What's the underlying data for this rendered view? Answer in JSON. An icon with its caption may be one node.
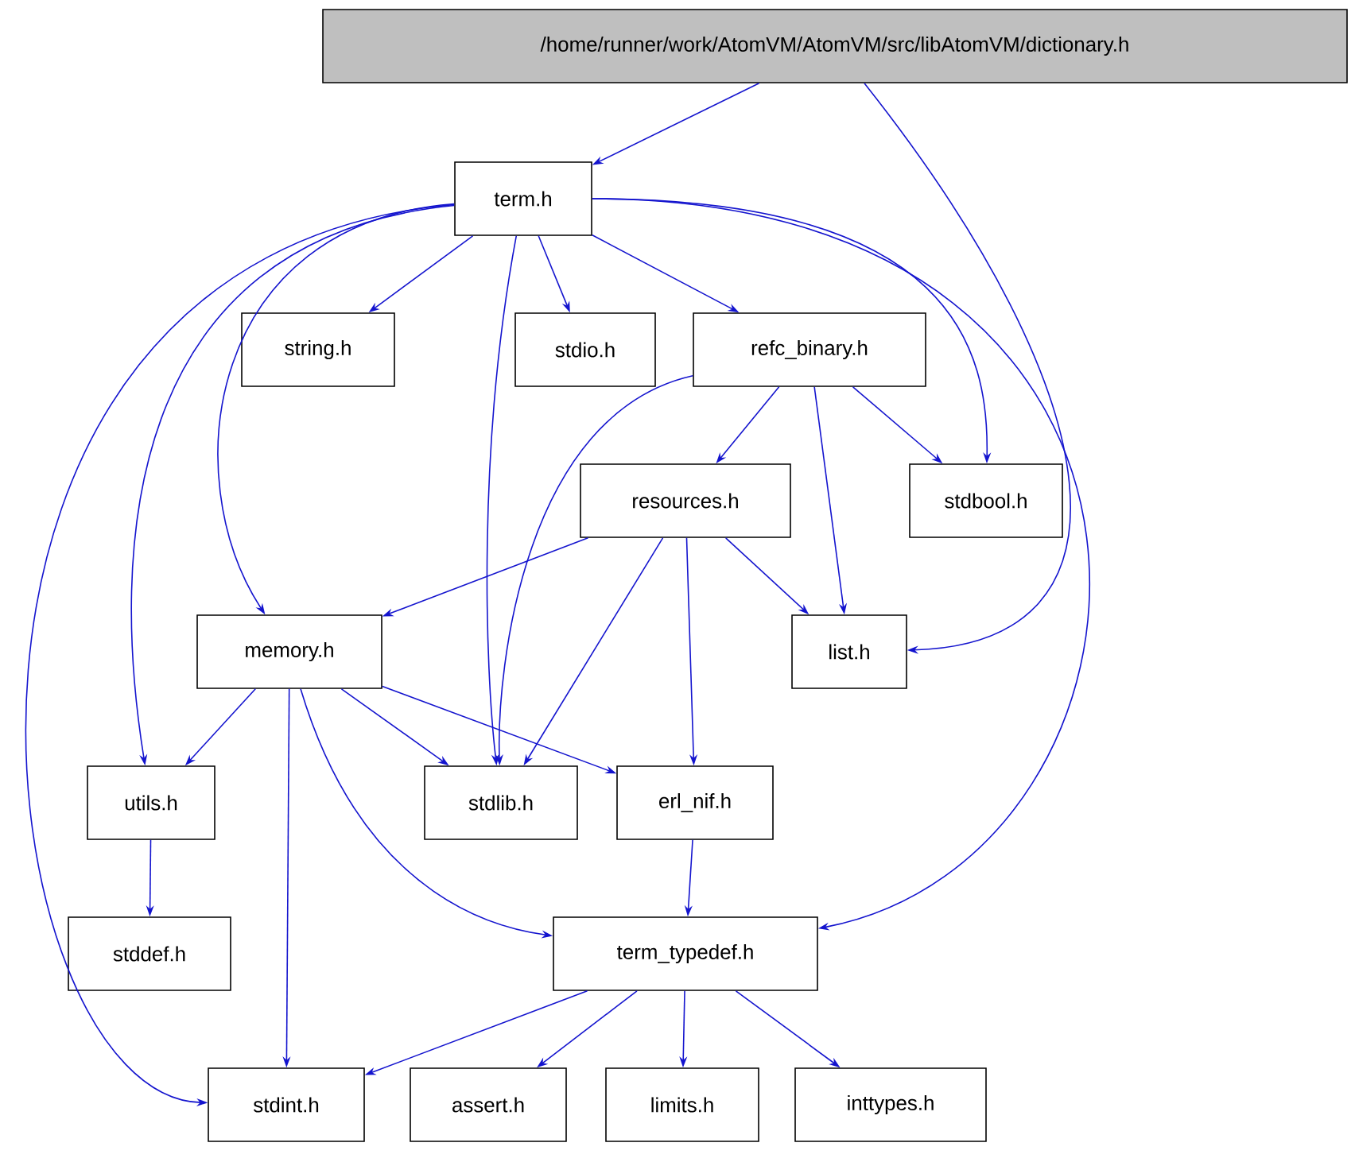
{
  "diagram": {
    "nodes": [
      {
        "text": [
          "/home/runner/work/AtomVM/AtomVM/src/libAtomVM/dictionary.h"
        ]
      },
      {
        "text": [
          "term.h"
        ]
      },
      {
        "text": [
          "string.h"
        ]
      },
      {
        "text": [
          "stdio.h"
        ]
      },
      {
        "text": [
          "refc_binary.h"
        ]
      },
      {
        "text": [
          "stdbool.h"
        ]
      },
      {
        "text": [
          "resources.h"
        ]
      },
      {
        "text": [
          "list.h"
        ]
      },
      {
        "text": [
          "memory.h"
        ]
      },
      {
        "text": [
          "utils.h"
        ]
      },
      {
        "text": [
          "stdlib.h"
        ]
      },
      {
        "text": [
          "erl_nif.h"
        ]
      },
      {
        "text": [
          "stddef.h"
        ]
      },
      {
        "text": [
          "term_typedef.h"
        ]
      },
      {
        "text": [
          "stdint.h"
        ]
      },
      {
        "text": [
          "assert.h"
        ]
      },
      {
        "text": [
          "limits.h"
        ]
      },
      {
        "text": [
          "inttypes.h"
        ]
      }
    ],
    "edges": [
      {
        "from": 0,
        "to": 1,
        "arrow": "to"
      },
      {
        "from": 0,
        "to": 7,
        "arrow": "to"
      },
      {
        "from": 1,
        "to": 2,
        "arrow": "to"
      },
      {
        "from": 1,
        "to": 3,
        "arrow": "to"
      },
      {
        "from": 1,
        "to": 4,
        "arrow": "to"
      },
      {
        "from": 1,
        "to": 5,
        "arrow": "to"
      },
      {
        "from": 1,
        "to": 13,
        "arrow": "to"
      },
      {
        "from": 1,
        "to": 10,
        "arrow": "to"
      },
      {
        "from": 1,
        "to": 8,
        "arrow": "to"
      },
      {
        "from": 1,
        "to": 9,
        "arrow": "to"
      },
      {
        "from": 1,
        "to": 14,
        "arrow": "to"
      },
      {
        "from": 4,
        "to": 6,
        "arrow": "to"
      },
      {
        "from": 4,
        "to": 5,
        "arrow": "to"
      },
      {
        "from": 4,
        "to": 7,
        "arrow": "to"
      },
      {
        "from": 4,
        "to": 10,
        "arrow": "to"
      },
      {
        "from": 6,
        "to": 8,
        "arrow": "to"
      },
      {
        "from": 6,
        "to": 7,
        "arrow": "to"
      },
      {
        "from": 6,
        "to": 10,
        "arrow": "to"
      },
      {
        "from": 6,
        "to": 11,
        "arrow": "to"
      },
      {
        "from": 8,
        "to": 9,
        "arrow": "to"
      },
      {
        "from": 8,
        "to": 10,
        "arrow": "to"
      },
      {
        "from": 8,
        "to": 11,
        "arrow": "to"
      },
      {
        "from": 8,
        "to": 13,
        "arrow": "to"
      },
      {
        "from": 8,
        "to": 14,
        "arrow": "to"
      },
      {
        "from": 9,
        "to": 12,
        "arrow": "to"
      },
      {
        "from": 11,
        "to": 13,
        "arrow": "to"
      },
      {
        "from": 13,
        "to": 14,
        "arrow": "to"
      },
      {
        "from": 13,
        "to": 15,
        "arrow": "to"
      },
      {
        "from": 13,
        "to": 16,
        "arrow": "to"
      },
      {
        "from": 13,
        "to": 17,
        "arrow": "to"
      }
    ]
  }
}
